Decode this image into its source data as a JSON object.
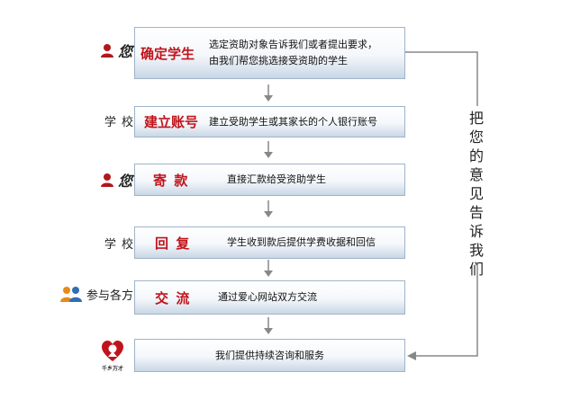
{
  "steps": [
    {
      "actor": "您",
      "title": "确定学生",
      "desc_line1": "选定资助对象告诉我们或者提出要求，",
      "desc_line2": "由我们帮您挑选接受资助的学生"
    },
    {
      "actor": "学校",
      "title": "建立账号",
      "desc": "建立受助学生或其家长的个人银行账号"
    },
    {
      "actor": "您",
      "title": "寄  款",
      "desc": "直接汇款给受资助学生"
    },
    {
      "actor": "学校",
      "title": "回  复",
      "desc": "学生收到款后提供学费收据和回信"
    },
    {
      "actor": "参与各方",
      "title": "交  流",
      "desc": "通过爱心网站双方交流"
    },
    {
      "logo_caption": "千乡万才",
      "desc": "我们提供持续咨询和服务"
    }
  ],
  "feedback": {
    "text": "把您的意见告诉我们"
  },
  "colors": {
    "title_red": "#c0141c",
    "icon_red": "#b0181e",
    "arrow_gray": "#888888",
    "box_border": "#9fb3c8",
    "group_orange": "#e8891c",
    "group_blue": "#2f6fb2"
  }
}
